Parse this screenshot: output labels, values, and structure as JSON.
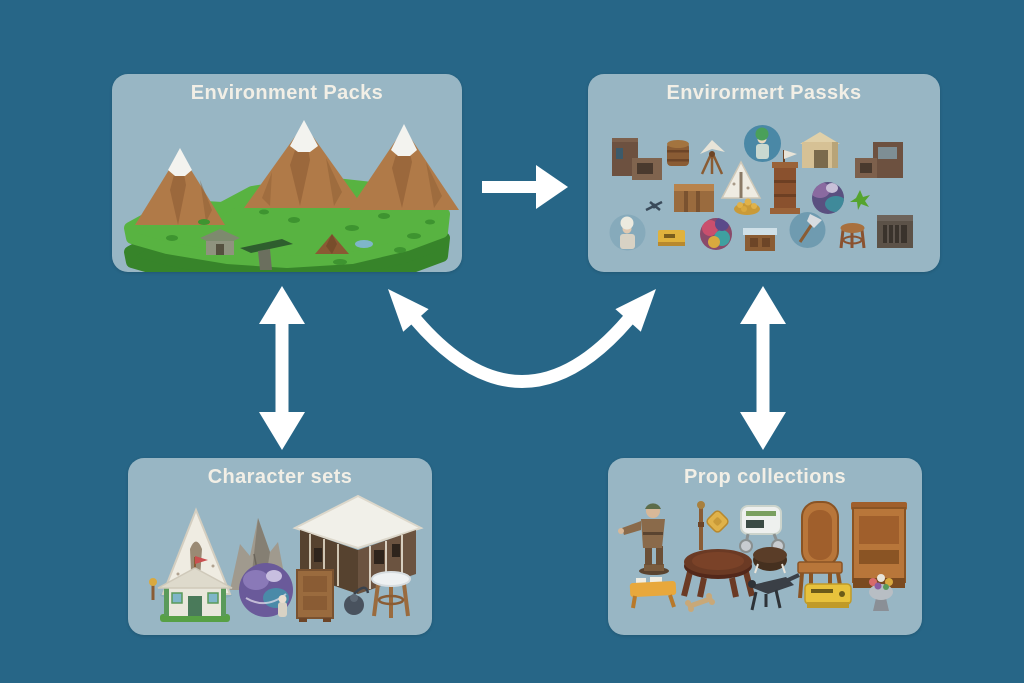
{
  "diagram": {
    "description": "Four rounded panels of isometric game-asset collections connected by white arrows"
  },
  "colors": {
    "background": "#276687",
    "panel": "#98b6c4",
    "title": "#f2efe6",
    "arrow": "#ffffff",
    "terrain_green": "#58b341",
    "terrain_side_green": "#3e9430",
    "mountain_brown": "#b07a48",
    "snow_white": "#f3f3ef"
  },
  "panels": {
    "top_left": {
      "title": "Environment Packs",
      "items": [
        "terrain-island",
        "snow-capped-mountain",
        "snow-capped-mountain",
        "snow-capped-mountain",
        "hut",
        "trench",
        "dirt-mound",
        "pond",
        "grass-tufts"
      ]
    },
    "top_right": {
      "title": "Envirormert Passks",
      "items": [
        "rusty-building",
        "barrel",
        "tripod-stand",
        "character-portrait-green-hair",
        "sand-hut",
        "rusty-machine",
        "dragonfly",
        "wooden-crate",
        "tent",
        "gold-pile",
        "wooden-tower",
        "planet-orb",
        "green-splat",
        "character-portrait-white-hair",
        "yellow-box",
        "colorful-orb",
        "counter-desk",
        "axe-portrait",
        "stool",
        "metal-crate"
      ]
    },
    "bottom_left": {
      "title": "Character sets",
      "items": [
        "canvas-tent",
        "stone-ruin",
        "timber-house-snow-roof",
        "torch",
        "green-cottage-flag",
        "crystal-globe",
        "small-figure",
        "wooden-cabinet",
        "kettle",
        "white-stool"
      ]
    },
    "bottom_right": {
      "title": "Prop collections",
      "items": [
        "soldier-figurine",
        "wooden-staff",
        "gold-coin",
        "robot-cart",
        "wooden-chair",
        "tall-cabinet",
        "yellow-bench",
        "round-table",
        "bone",
        "leather-ottoman",
        "robot-crawler",
        "yellow-device",
        "flower-trophy"
      ]
    }
  },
  "arrows": {
    "top_horizontal": {
      "type": "single",
      "direction": "right",
      "from": "top_left",
      "to": "top_right"
    },
    "left_vertical": {
      "type": "double",
      "direction": "up-down",
      "between": [
        "top_left",
        "bottom_left"
      ]
    },
    "right_vertical": {
      "type": "double",
      "direction": "up-down",
      "between": [
        "top_right",
        "bottom_right"
      ]
    },
    "center_curved": {
      "type": "double-curved",
      "direction": "both-up",
      "between": [
        "top_left",
        "top_right"
      ]
    }
  }
}
